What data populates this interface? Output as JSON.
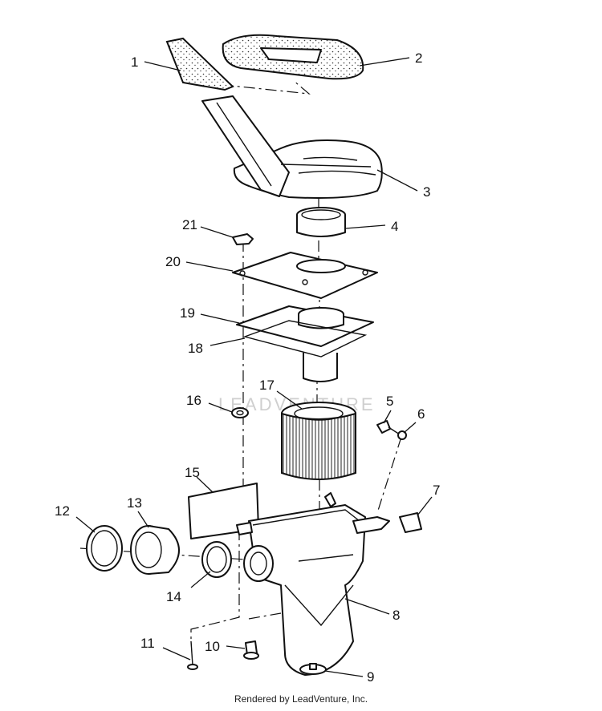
{
  "watermark": "LEADVENTURE",
  "footer": "Rendered by LeadVenture, Inc.",
  "callouts": [
    {
      "id": "c1",
      "label": "1"
    },
    {
      "id": "c2",
      "label": "2"
    },
    {
      "id": "c3",
      "label": "3"
    },
    {
      "id": "c4",
      "label": "4"
    },
    {
      "id": "c5",
      "label": "5"
    },
    {
      "id": "c6",
      "label": "6"
    },
    {
      "id": "c7",
      "label": "7"
    },
    {
      "id": "c8",
      "label": "8"
    },
    {
      "id": "c9",
      "label": "9"
    },
    {
      "id": "c10",
      "label": "10"
    },
    {
      "id": "c11",
      "label": "11"
    },
    {
      "id": "c12",
      "label": "12"
    },
    {
      "id": "c13",
      "label": "13"
    },
    {
      "id": "c14",
      "label": "14"
    },
    {
      "id": "c15",
      "label": "15"
    },
    {
      "id": "c16",
      "label": "16"
    },
    {
      "id": "c17",
      "label": "17"
    },
    {
      "id": "c18",
      "label": "18"
    },
    {
      "id": "c19",
      "label": "19"
    },
    {
      "id": "c20",
      "label": "20"
    },
    {
      "id": "c21",
      "label": "21"
    }
  ]
}
